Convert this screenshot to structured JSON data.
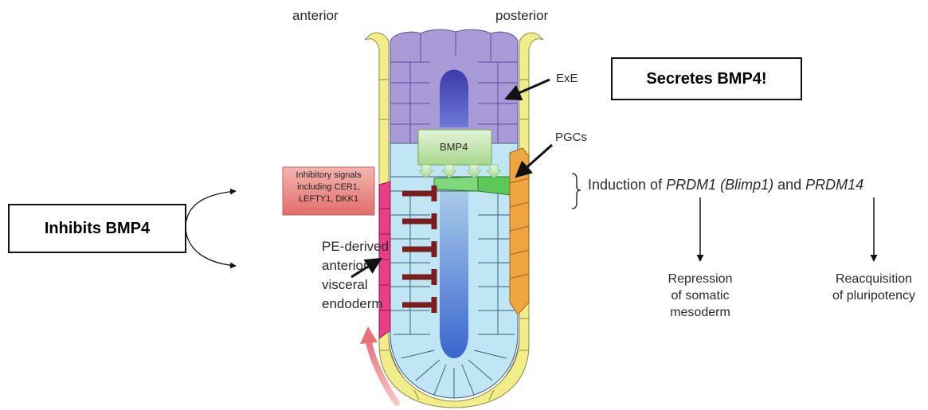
{
  "orientation": {
    "anterior": "anterior",
    "posterior": "posterior"
  },
  "labels": {
    "exe": "ExE",
    "bmp4": "BMP4",
    "pgcs": "PGCs",
    "inhibitory_line1": "Inhibitory signals",
    "inhibitory_line2": "including CER1,",
    "inhibitory_line3": "LEFTY1, DKK1",
    "pe_line1": "PE-derived",
    "pe_line2": "anterior",
    "pe_line3": "visceral",
    "pe_line4": "endoderm"
  },
  "callouts": {
    "secretes": "Secretes BMP4!",
    "inhibits": "Inhibits BMP4"
  },
  "induction": {
    "prefix": "Induction of ",
    "gene1": "PRDM1 (Blimp1)",
    "middle": " and ",
    "gene2": "PRDM14"
  },
  "outcomes": {
    "left_line1": "Repression",
    "left_line2": "of somatic",
    "left_line3": "mesoderm",
    "right_line1": "Reacquisition",
    "right_line2": "of pluripotency"
  },
  "colors": {
    "exe_cells": "#a99bd8",
    "exe_core": "#4b48b8",
    "epiblast_cells": "#bfe6f2",
    "epiblast_core": "#3f6fd0",
    "visceral_yellow": "#f1ee8a",
    "ave_pink": "#e83f86",
    "pgc_green": "#5cc85a",
    "posterior_orange": "#f0a640",
    "bmp4_box": "#c7e7b0",
    "inhibitory_box": "#ec8a86",
    "inhibition_bar": "#7a1d1d",
    "migration_arrow": "#f0a1a1"
  }
}
